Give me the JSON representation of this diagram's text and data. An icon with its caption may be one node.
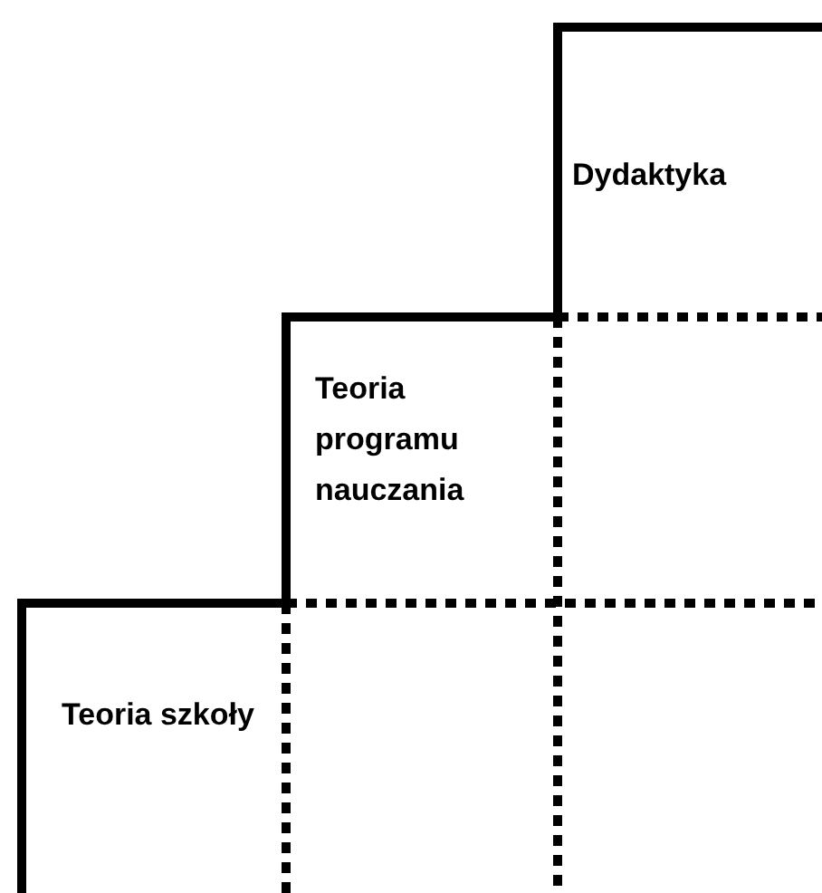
{
  "diagram": {
    "nodes": [
      {
        "text": [
          "Teoria szkoły"
        ]
      },
      {
        "text": [
          "Teoria programu nauczania"
        ]
      },
      {
        "text": [
          "Dydaktyka"
        ]
      }
    ]
  }
}
